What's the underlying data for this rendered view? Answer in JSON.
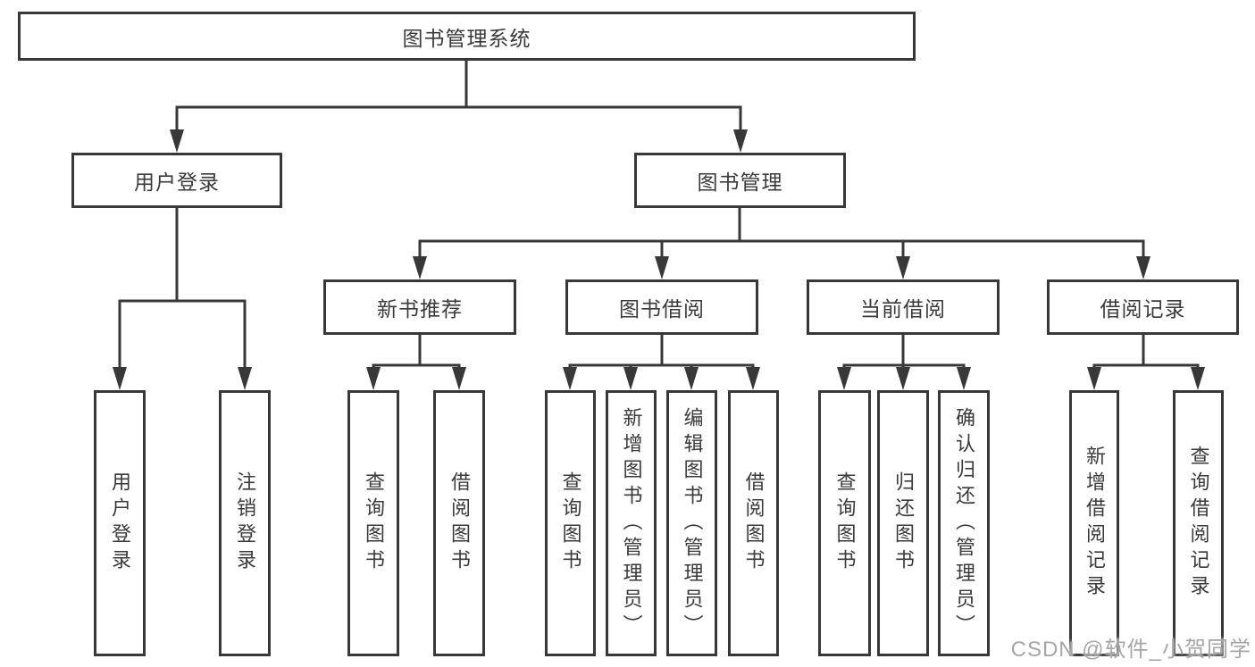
{
  "colors": {
    "line": "#383838",
    "text": "#3a3a3a",
    "background": "#ffffff",
    "watermark": "#a6a6a6"
  },
  "watermark": {
    "text": "CSDN @软件_小贺同学"
  },
  "tree": {
    "root": {
      "label": "图书管理系统",
      "children": [
        {
          "label": "用户登录",
          "children": [
            {
              "label": "用户登录"
            },
            {
              "label": "注销登录"
            }
          ]
        },
        {
          "label": "图书管理",
          "children": [
            {
              "label": "新书推荐",
              "children": [
                {
                  "label": "查询图书"
                },
                {
                  "label": "借阅图书"
                }
              ]
            },
            {
              "label": "图书借阅",
              "children": [
                {
                  "label": "查询图书"
                },
                {
                  "label": "新增图书（管理员）"
                },
                {
                  "label": "编辑图书（管理员）"
                },
                {
                  "label": "借阅图书"
                }
              ]
            },
            {
              "label": "当前借阅",
              "children": [
                {
                  "label": "查询图书"
                },
                {
                  "label": "归还图书"
                },
                {
                  "label": "确认归还（管理员）"
                }
              ]
            },
            {
              "label": "借阅记录",
              "children": [
                {
                  "label": "新增借阅记录"
                },
                {
                  "label": "查询借阅记录"
                }
              ]
            }
          ]
        }
      ]
    }
  }
}
